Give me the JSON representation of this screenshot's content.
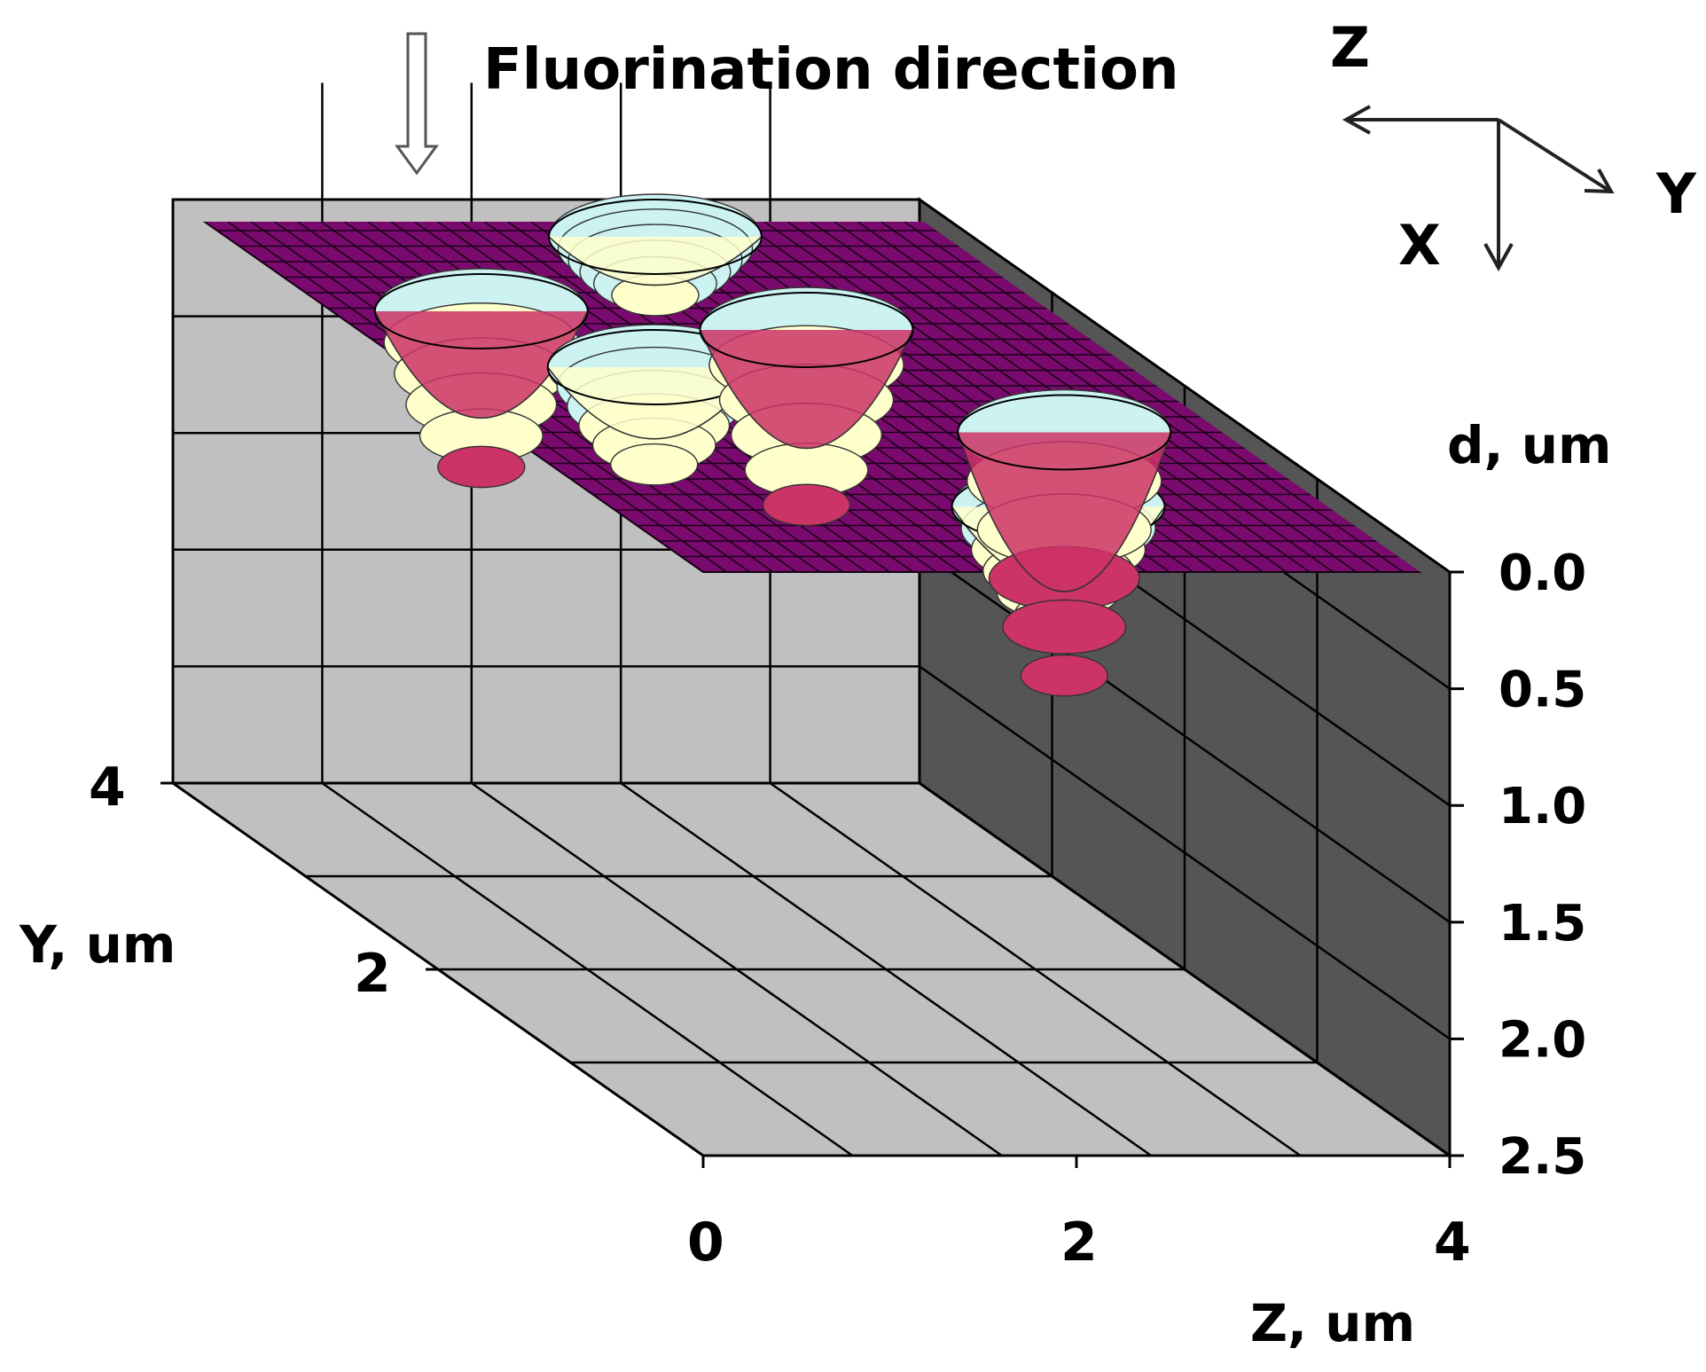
{
  "annotation": {
    "fluorination_label": "Fluorination direction"
  },
  "orientation_triad": {
    "z_label": "Z",
    "x_label": "X",
    "y_label": "Y"
  },
  "chart_data": {
    "type": "surface3d",
    "title": "",
    "axes": {
      "z_axis": {
        "label": "Z, um",
        "range": [
          0,
          4
        ],
        "ticks": [
          "0",
          "2",
          "4"
        ]
      },
      "y_axis": {
        "label": "Y, um",
        "range": [
          0,
          4
        ],
        "ticks": [
          "2",
          "4"
        ]
      },
      "d_axis": {
        "label": "d, um",
        "range": [
          0,
          2.5
        ],
        "inverted": true,
        "ticks": [
          "0.0",
          "0.5",
          "1.0",
          "1.5",
          "2.0",
          "2.5"
        ]
      }
    },
    "grid": true,
    "surface": {
      "baseline_depth": 0.0,
      "pits": [
        {
          "z": 0.8,
          "y": 2.8,
          "depth": 0.8
        },
        {
          "z": 1.3,
          "y": 2.2,
          "depth": 0.5
        },
        {
          "z": 2.3,
          "y": 3.6,
          "depth": 0.3
        },
        {
          "z": 2.4,
          "y": 2.6,
          "depth": 0.9
        },
        {
          "z": 2.4,
          "y": 0.7,
          "depth": 0.55
        },
        {
          "z": 3.0,
          "y": 1.5,
          "depth": 1.25
        }
      ]
    },
    "depth_color_bands": [
      {
        "from": 0.0,
        "to": 0.25,
        "color": "#ccf2f2"
      },
      {
        "from": 0.25,
        "to": 0.75,
        "color": "#ffffcc"
      },
      {
        "from": 0.75,
        "to": 2.5,
        "color": "#cc3366"
      }
    ],
    "colors": {
      "surface_top": "#7a0a6e",
      "wall": "#c0c0c0",
      "floor": "#c0c0c0",
      "side_wall": "#555555",
      "grid": "#000000"
    }
  }
}
